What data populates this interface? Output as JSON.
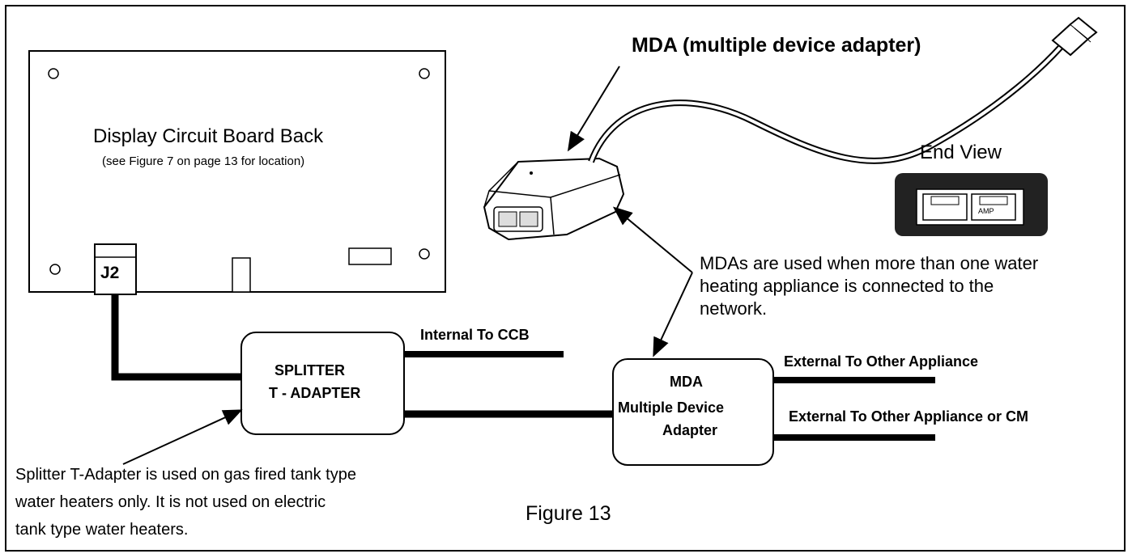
{
  "board": {
    "title": "Display Circuit Board Back",
    "subtitle": "(see Figure 7 on page 13 for location)",
    "connector": "J2"
  },
  "mda_heading": "MDA (multiple device adapter)",
  "end_view": "End View",
  "mda_note": [
    "MDAs are used when more than one water",
    "heating appliance is connected to the",
    "network."
  ],
  "splitter": {
    "line1": "SPLITTER",
    "line2": "T - ADAPTER"
  },
  "mda_box": {
    "line1": "MDA",
    "line2": "Multiple Device",
    "line3": "Adapter"
  },
  "internal_label": "Internal To CCB",
  "external1_label": "External To Other Appliance",
  "external2_label": "External To Other Appliance or CM",
  "splitter_note": [
    "Splitter T-Adapter is used on gas fired tank type",
    "water heaters only. It is not used on electric",
    "tank type water heaters."
  ],
  "figure_label": "Figure 13",
  "amp_mark": "AMP"
}
